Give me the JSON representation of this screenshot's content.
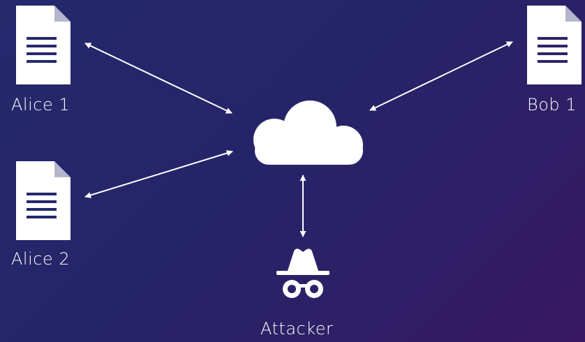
{
  "nodes": {
    "alice1": {
      "label": "Alice 1",
      "icon": "document-icon"
    },
    "alice2": {
      "label": "Alice 2",
      "icon": "document-icon"
    },
    "bob1": {
      "label": "Bob 1",
      "icon": "document-icon"
    },
    "cloud": {
      "label": "",
      "icon": "cloud-icon"
    },
    "attacker": {
      "label": "Attacker",
      "icon": "incognito-icon"
    }
  },
  "edges": [
    {
      "from": "alice1",
      "to": "cloud",
      "bidirectional": true
    },
    {
      "from": "alice2",
      "to": "cloud",
      "bidirectional": true
    },
    {
      "from": "bob1",
      "to": "cloud",
      "bidirectional": true
    },
    {
      "from": "attacker",
      "to": "cloud",
      "bidirectional": true
    }
  ],
  "colors": {
    "background_start": "#24296c",
    "background_end": "#3a1762",
    "foreground": "#ffffff"
  }
}
